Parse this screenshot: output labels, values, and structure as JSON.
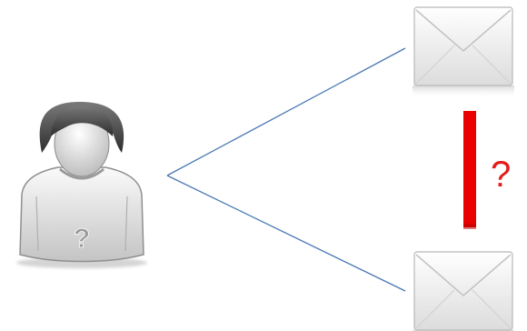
{
  "diagram": {
    "nodes": [
      {
        "id": "user",
        "icon": "unknown-user-icon",
        "shirt_text": "?"
      },
      {
        "id": "email-top",
        "icon": "envelope-icon"
      },
      {
        "id": "email-bottom",
        "icon": "envelope-icon"
      }
    ],
    "edges": [
      {
        "from": "user",
        "to": "email-top"
      },
      {
        "from": "user",
        "to": "email-bottom"
      }
    ],
    "relation": {
      "between": [
        "email-top",
        "email-bottom"
      ],
      "marker": "bar",
      "label": "?"
    }
  },
  "colors": {
    "edge": "#4a78b4",
    "relation_bar": "#e90000",
    "relation_label": "#e31b1b",
    "envelope_fill": "#f2f2f2",
    "envelope_shade": "#d8d8d8",
    "person": "#8c8c8c"
  }
}
